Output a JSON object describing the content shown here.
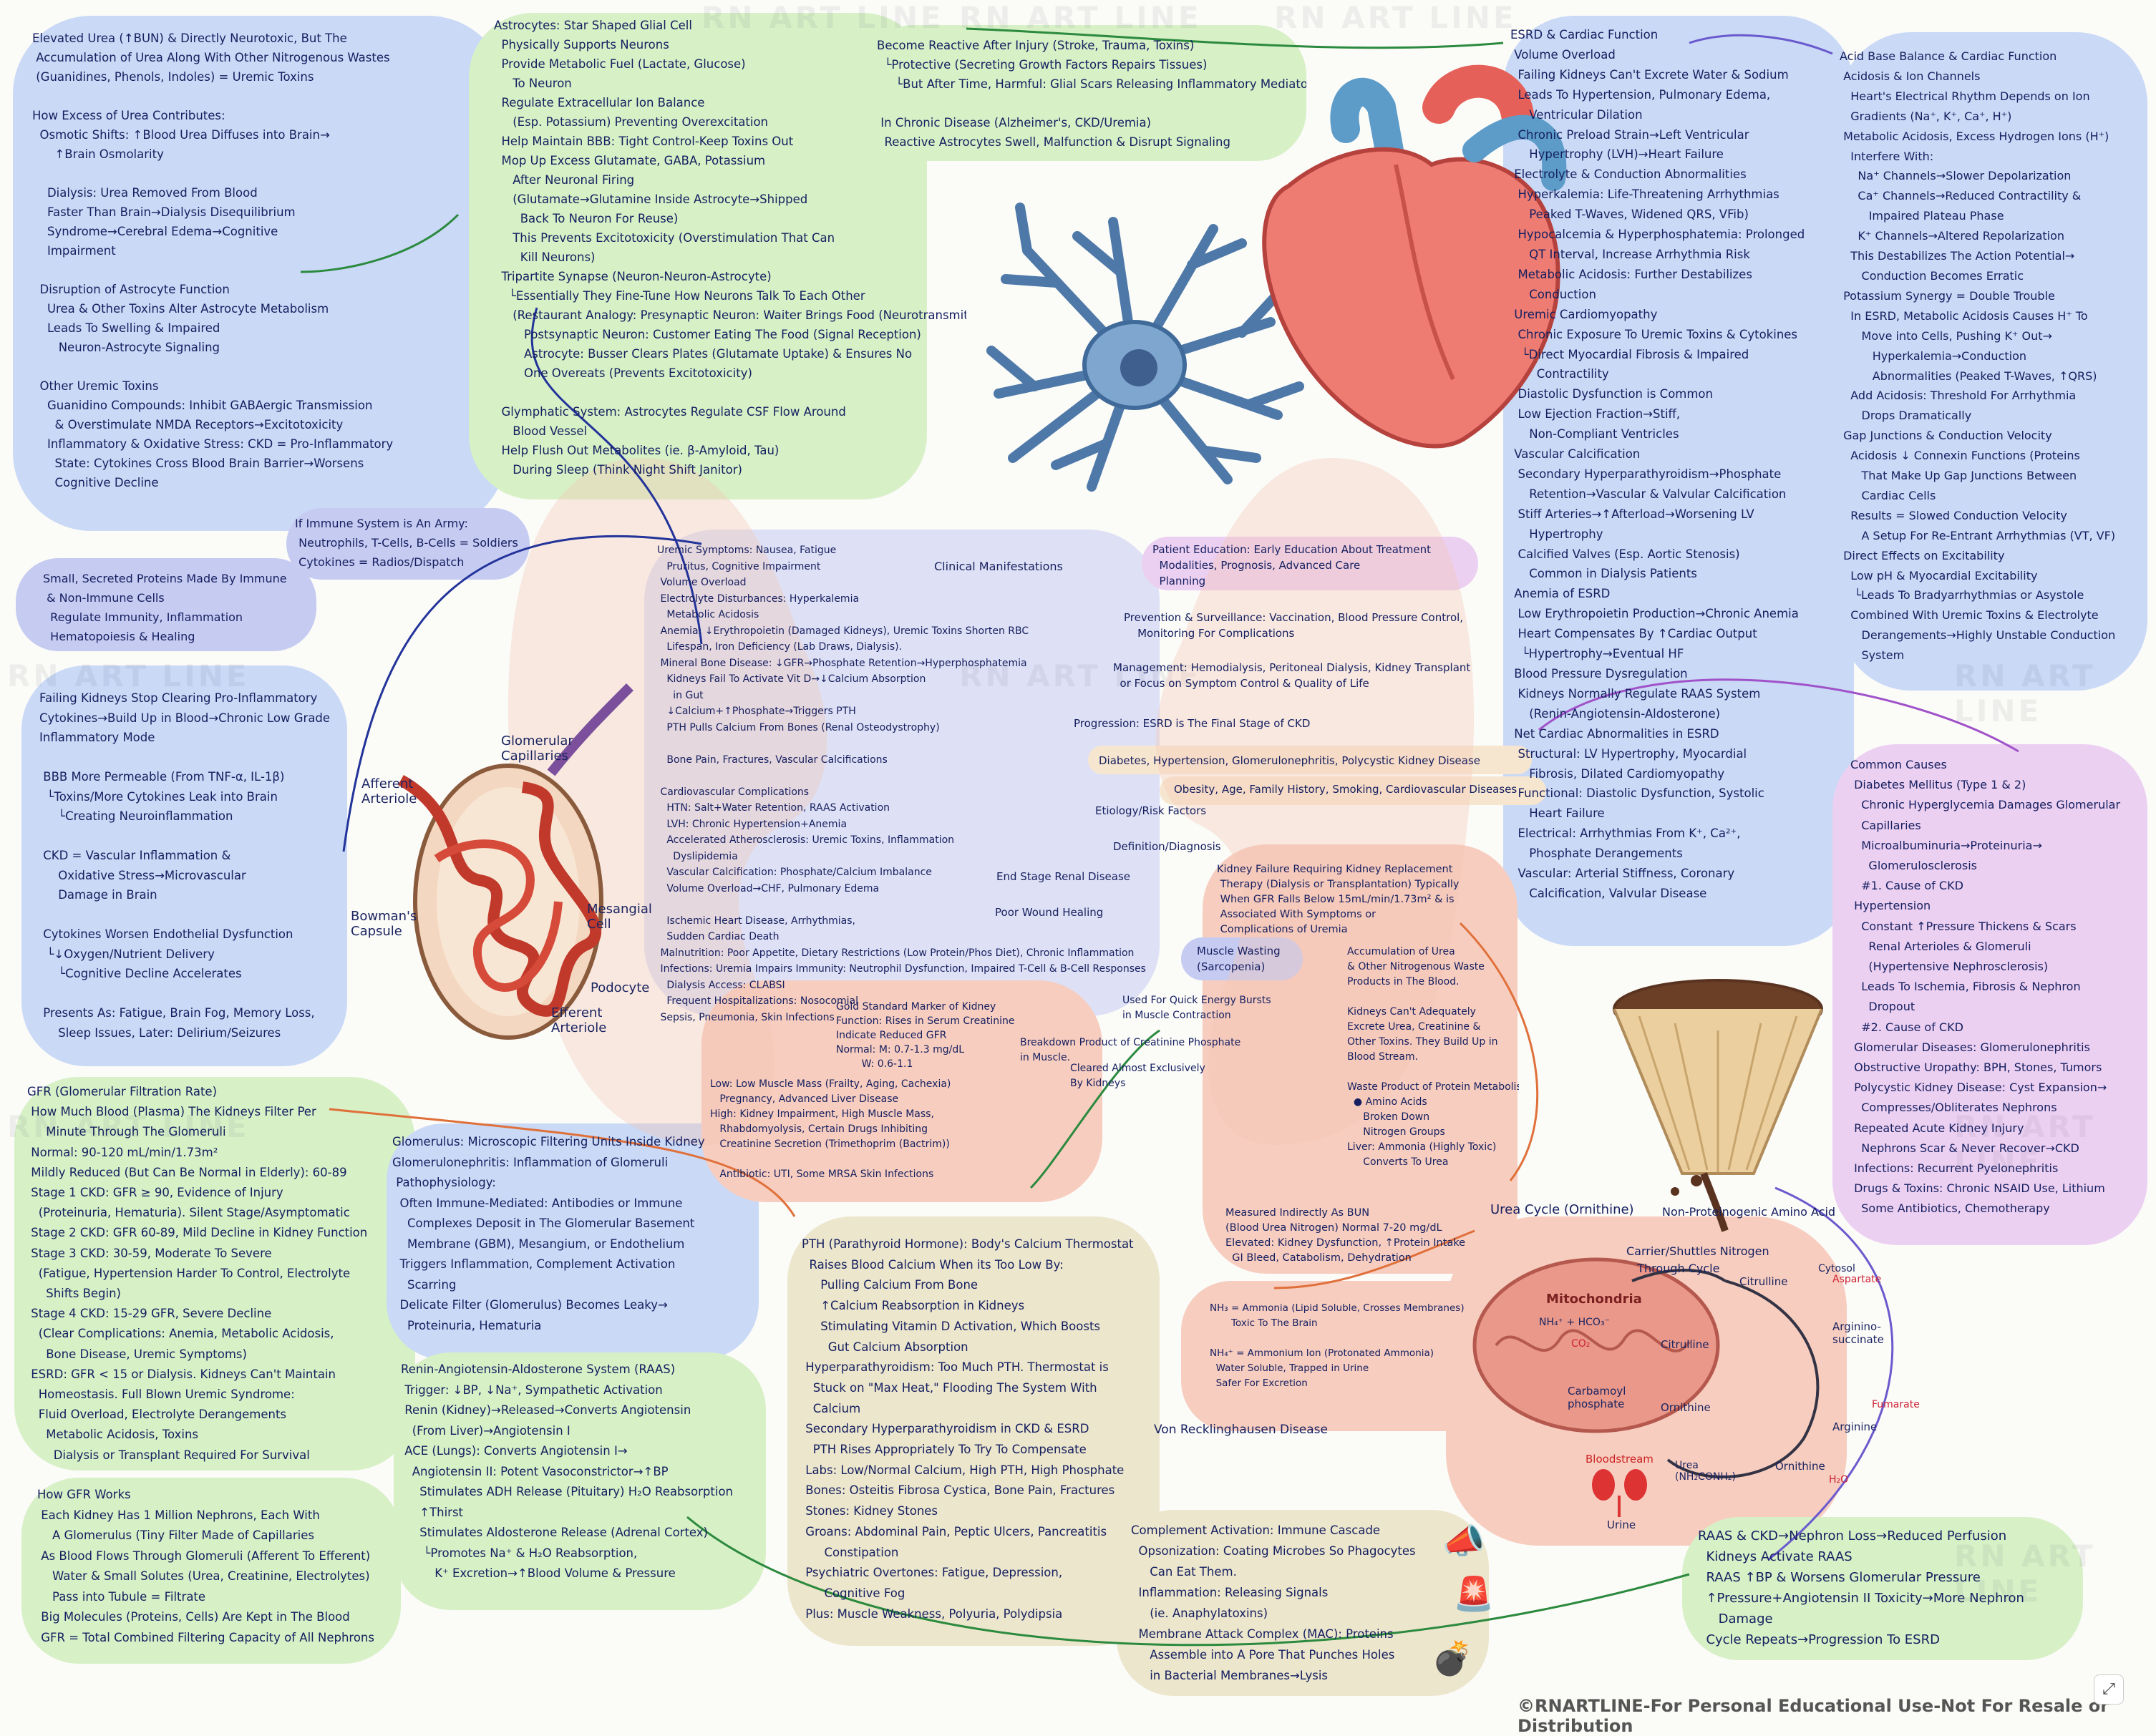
{
  "credit": "©RNARTLINE-For Personal Educational Use-Not For Resale or Distribution",
  "watermark": "RN ART LINE",
  "colors": {
    "blue": "#c9d9f6",
    "lavender": "#c9cdf2",
    "green": "#d7f0c6",
    "peach": "#f7cdbf",
    "purple": "#ecd0f2",
    "tan": "#ece6cc"
  },
  "labels": {
    "glomerular_capillaries": "Glomerular\nCapillaries",
    "afferent_arteriole": "Afferent\nArteriole",
    "bowmans_capsule": "Bowman's\nCapsule",
    "mesangial_cell": "Mesangial\nCell",
    "podocyte": "Podocyte",
    "efferent_arteriole": "Efferent\nArteriole",
    "mitochondria": "Mitochondria",
    "bloodstream": "Bloodstream",
    "urine": "Urine"
  },
  "panels": {
    "urea_neuro": "Elevated Urea (↑BUN) & Directly Neurotoxic, But The\n Accumulation of Urea Along With Other Nitrogenous Wastes\n (Guanidines, Phenols, Indoles) = Uremic Toxins\n\nHow Excess of Urea Contributes:\n  Osmotic Shifts: ↑Blood Urea Diffuses into Brain→\n      ↑Brain Osmolarity\n\n    Dialysis: Urea Removed From Blood\n    Faster Than Brain→Dialysis Disequilibrium\n    Syndrome→Cerebral Edema→Cognitive\n    Impairment\n\n  Disruption of Astrocyte Function\n    Urea & Other Toxins Alter Astrocyte Metabolism\n    Leads To Swelling & Impaired\n       Neuron-Astrocyte Signaling\n\n  Other Uremic Toxins\n    Guanidino Compounds: Inhibit GABAergic Transmission\n      & Overstimulate NMDA Receptors→Excitotoxicity\n    Inflammatory & Oxidative Stress: CKD = Pro-Inflammatory\n      State: Cytokines Cross Blood Brain Barrier→Worsens\n      Cognitive Decline",
    "immune_army": "If Immune System is An Army:\n Neutrophils, T-Cells, B-Cells = Soldiers\n Cytokines = Radios/Dispatch",
    "small_proteins": "Small, Secreted Proteins Made By Immune\n & Non-Immune Cells\n  Regulate Immunity, Inflammation\n  Hematopoiesis & Healing",
    "cytokines": "Failing Kidneys Stop Clearing Pro-Inflammatory\nCytokines→Build Up in Blood→Chronic Low Grade\nInflammatory Mode\n\n BBB More Permeable (From TNF-α, IL-1β)\n  └Toxins/More Cytokines Leak into Brain\n     └Creating Neuroinflammation\n\n CKD = Vascular Inflammation &\n     Oxidative Stress→Microvascular\n     Damage in Brain\n\n Cytokines Worsen Endothelial Dysfunction\n  └↓Oxygen/Nutrient Delivery\n     └Cognitive Decline Accelerates\n\n Presents As: Fatigue, Brain Fog, Memory Loss,\n     Sleep Issues, Later: Delirium/Seizures",
    "astrocytes": "Astrocytes: Star Shaped Glial Cell\n  Physically Supports Neurons\n  Provide Metabolic Fuel (Lactate, Glucose)\n     To Neuron\n  Regulate Extracellular Ion Balance\n     (Esp. Potassium) Preventing Overexcitation\n  Help Maintain BBB: Tight Control-Keep Toxins Out\n  Mop Up Excess Glutamate, GABA, Potassium\n     After Neuronal Firing\n     (Glutamate→Glutamine Inside Astrocyte→Shipped\n       Back To Neuron For Reuse)\n     This Prevents Excitotoxicity (Overstimulation That Can\n       Kill Neurons)\n  Tripartite Synapse (Neuron-Neuron-Astrocyte)\n    └Essentially They Fine-Tune How Neurons Talk To Each Other\n     (Restaurant Analogy: Presynaptic Neuron: Waiter Brings Food (Neurotransmitter)\n        Postsynaptic Neuron: Customer Eating The Food (Signal Reception)\n        Astrocyte: Busser Clears Plates (Glutamate Uptake) & Ensures No\n        One Overeats (Prevents Excitotoxicity)\n\n  Glymphatic System: Astrocytes Regulate CSF Flow Around\n     Blood Vessel\n  Help Flush Out Metabolites (ie. β-Amyloid, Tau)\n     During Sleep (Think Night Shift Janitor)",
    "reactive": "Become Reactive After Injury (Stroke, Trauma, Toxins)\n  └Protective (Secreting Growth Factors Repairs Tissues)\n     └But After Time, Harmful: Glial Scars Releasing Inflammatory Mediators\n\n In Chronic Disease (Alzheimer's, CKD/Uremia)\n  Reactive Astrocytes Swell, Malfunction & Disrupt Signaling",
    "esrd_cardiac": "ESRD & Cardiac Function\n Volume Overload\n  Failing Kidneys Can't Excrete Water & Sodium\n  Leads To Hypertension, Pulmonary Edema,\n     Ventricular Dilation\n  Chronic Preload Strain→Left Ventricular\n     Hypertrophy (LVH)→Heart Failure\n Electrolyte & Conduction Abnormalities\n  Hyperkalemia: Life-Threatening Arrhythmias\n     Peaked T-Waves, Widened QRS, VFib)\n  Hypocalcemia & Hyperphosphatemia: Prolonged\n     QT Interval, Increase Arrhythmia Risk\n  Metabolic Acidosis: Further Destabilizes\n     Conduction\n Uremic Cardiomyopathy\n  Chronic Exposure To Uremic Toxins & Cytokines\n   └Direct Myocardial Fibrosis & Impaired\n       Contractility\n  Diastolic Dysfunction is Common\n  Low Ejection Fraction→Stiff,\n     Non-Compliant Ventricles\n Vascular Calcification\n  Secondary Hyperparathyroidism→Phosphate\n     Retention→Vascular & Valvular Calcification\n  Stiff Arteries→↑Afterload→Worsening LV\n     Hypertrophy\n  Calcified Valves (Esp. Aortic Stenosis)\n     Common in Dialysis Patients\n Anemia of ESRD\n  Low Erythropoietin Production→Chronic Anemia\n  Heart Compensates By ↑Cardiac Output\n   └Hypertrophy→Eventual HF\n Blood Pressure Dysregulation\n  Kidneys Normally Regulate RAAS System\n     (Renin-Angiotensin-Aldosterone)\n Net Cardiac Abnormalities in ESRD\n  Structural: LV Hypertrophy, Myocardial\n     Fibrosis, Dilated Cardiomyopathy\n  Functional: Diastolic Dysfunction, Systolic\n     Heart Failure\n  Electrical: Arrhythmias From K⁺, Ca²⁺,\n     Phosphate Derangements\n  Vascular: Arterial Stiffness, Coronary\n     Calcification, Valvular Disease",
    "acid_base": "Acid Base Balance & Cardiac Function\n Acidosis & Ion Channels\n   Heart's Electrical Rhythm Depends on Ion\n   Gradients (Na⁺, K⁺, Ca⁺, H⁺)\n Metabolic Acidosis, Excess Hydrogen Ions (H⁺)\n   Interfere With:\n     Na⁺ Channels→Slower Depolarization\n     Ca⁺ Channels→Reduced Contractility &\n        Impaired Plateau Phase\n     K⁺ Channels→Altered Repolarization\n   This Destabilizes The Action Potential→\n      Conduction Becomes Erratic\n Potassium Synergy = Double Trouble\n   In ESRD, Metabolic Acidosis Causes H⁺ To\n      Move into Cells, Pushing K⁺ Out→\n         Hyperkalemia→Conduction\n         Abnormalities (Peaked T-Waves, ↑QRS)\n   Add Acidosis: Threshold For Arrhythmia\n      Drops Dramatically\n Gap Junctions & Conduction Velocity\n   Acidosis ↓ Connexin Functions (Proteins\n      That Make Up Gap Junctions Between\n      Cardiac Cells\n   Results = Slowed Conduction Velocity\n      A Setup For Re-Entrant Arrhythmias (VT, VF)\n Direct Effects on Excitability\n   Low pH & Myocardial Excitability\n    └Leads To Bradyarrhythmias or Asystole\n   Combined With Uremic Toxins & Electrolyte\n      Derangements→Highly Unstable Conduction\n      System",
    "common_causes": "Common Causes\n Diabetes Mellitus (Type 1 & 2)\n   Chronic Hyperglycemia Damages Glomerular\n   Capillaries\n   Microalbuminuria→Proteinuria→\n     Glomerulosclerosis\n   #1. Cause of CKD\n Hypertension\n   Constant ↑Pressure Thickens & Scars\n     Renal Arterioles & Glomeruli\n     (Hypertensive Nephrosclerosis)\n   Leads To Ischemia, Fibrosis & Nephron\n     Dropout\n   #2. Cause of CKD\n Glomerular Diseases: Glomerulonephritis\n Obstructive Uropathy: BPH, Stones, Tumors\n Polycystic Kidney Disease: Cyst Expansion→\n   Compresses/Obliterates Nephrons\n Repeated Acute Kidney Injury\n   Nephrons Scar & Never Recover→CKD\n Infections: Recurrent Pyelonephritis\n Drugs & Toxins: Chronic NSAID Use, Lithium\n   Some Antibiotics, Chemotherapy",
    "gfr": "GFR (Glomerular Filtration Rate)\n How Much Blood (Plasma) The Kidneys Filter Per\n     Minute Through The Glomeruli\n Normal: 90-120 mL/min/1.73m²\n Mildly Reduced (But Can Be Normal in Elderly): 60-89\n Stage 1 CKD: GFR ≥ 90, Evidence of Injury\n   (Proteinuria, Hematuria). Silent Stage/Asymptomatic\n Stage 2 CKD: GFR 60-89, Mild Decline in Kidney Function\n Stage 3 CKD: 30-59, Moderate To Severe\n   (Fatigue, Hypertension Harder To Control, Electrolyte\n     Shifts Begin)\n Stage 4 CKD: 15-29 GFR, Severe Decline\n   (Clear Complications: Anemia, Metabolic Acidosis,\n     Bone Disease, Uremic Symptoms)\n ESRD: GFR < 15 or Dialysis. Kidneys Can't Maintain\n   Homeostasis. Full Blown Uremic Syndrome:\n   Fluid Overload, Electrolyte Derangements\n     Metabolic Acidosis, Toxins\n       Dialysis or Transplant Required For Survival",
    "how_gfr": "How GFR Works\n Each Kidney Has 1 Million Nephrons, Each With\n    A Glomerulus (Tiny Filter Made of Capillaries\n As Blood Flows Through Glomeruli (Afferent To Efferent)\n    Water & Small Solutes (Urea, Creatinine, Electrolytes)\n    Pass into Tubule = Filtrate\n Big Molecules (Proteins, Cells) Are Kept in The Blood\n GFR = Total Combined Filtering Capacity of All Nephrons",
    "glomerulus": "Glomerulus: Microscopic Filtering Units Inside Kidney\nGlomerulonephritis: Inflammation of Glomeruli\n Pathophysiology:\n  Often Immune-Mediated: Antibodies or Immune\n    Complexes Deposit in The Glomerular Basement\n    Membrane (GBM), Mesangium, or Endothelium\n  Triggers Inflammation, Complement Activation\n    Scarring\n  Delicate Filter (Glomerulus) Becomes Leaky→\n    Proteinuria, Hematuria",
    "raas": "Renin-Angiotensin-Aldosterone System (RAAS)\n Trigger: ↓BP, ↓Na⁺, Sympathetic Activation\n Renin (Kidney)→Released→Converts Angiotensin\n   (From Liver)→Angiotensin I\n ACE (Lungs): Converts Angiotensin I→\n   Angiotensin II: Potent Vasoconstrictor→↑BP\n     Stimulates ADH Release (Pituitary) H₂O Reabsorption\n     ↑Thirst\n     Stimulates Aldosterone Release (Adrenal Cortex)\n      └Promotes Na⁺ & H₂O Reabsorption,\n         K⁺ Excretion→↑Blood Volume & Pressure",
    "clinical": "Uremic Symptoms: Nausea, Fatigue\n   Pruritus, Cognitive Impairment\n Volume Overload\n Electrolyte Disturbances: Hyperkalemia\n   Metabolic Acidosis\n Anemia: ↓Erythropoietin (Damaged Kidneys), Uremic Toxins Shorten RBC\n   Lifespan, Iron Deficiency (Lab Draws, Dialysis).\n Mineral Bone Disease: ↓GFR→Phosphate Retention→Hyperphosphatemia\n   Kidneys Fail To Activate Vit D→↓Calcium Absorption\n     in Gut\n   ↓Calcium+↑Phosphate→Triggers PTH\n   PTH Pulls Calcium From Bones (Renal Osteodystrophy)\n\n   Bone Pain, Fractures, Vascular Calcifications\n\n Cardiovascular Complications\n   HTN: Salt+Water Retention, RAAS Activation\n   LVH: Chronic Hypertension+Anemia\n   Accelerated Atherosclerosis: Uremic Toxins, Inflammation\n     Dyslipidemia\n   Vascular Calcification: Phosphate/Calcium Imbalance\n   Volume Overload→CHF, Pulmonary Edema\n\n   Ischemic Heart Disease, Arrhythmias,\n   Sudden Cardiac Death\n Malnutrition: Poor Appetite, Dietary Restrictions (Low Protein/Phos Diet), Chronic Inflammation\n Infections: Uremia Impairs Immunity: Neutrophil Dysfunction, Impaired T-Cell & B-Cell Responses\n   Dialysis Access: CLABSI\n   Frequent Hospitalizations: Nosocomial\n Sepsis, Pneumonia, Skin Infections",
    "clinical_title": "Clinical Manifestations",
    "patient_ed": "Patient Education: Early Education About Treatment\n  Modalities, Prognosis, Advanced Care\n  Planning",
    "prevention": "Prevention & Surveillance: Vaccination, Blood Pressure Control,\n    Monitoring For Complications",
    "management": "Management: Hemodialysis, Peritoneal Dialysis, Kidney Transplant\n  or Focus on Symptom Control & Quality of Life",
    "progression": "Progression: ESRD is The Final Stage of CKD",
    "diabetes_etc": "Diabetes, Hypertension, Glomerulonephritis, Polycystic Kidney Disease",
    "obesity": "Obesity, Age, Family History, Smoking, Cardiovascular Diseases",
    "etiology": "Etiology/Risk Factors",
    "definition": "Definition/Diagnosis",
    "esrd_label": "End Stage Renal Disease",
    "kidney_failure": "Kidney Failure Requiring Kidney Replacement\n Therapy (Dialysis or Transplantation) Typically\n When GFR Falls Below 15mL/min/1.73m² & is\n Associated With Symptoms or\n Complications of Uremia",
    "poor_wound": "Poor Wound Healing",
    "muscle_wasting": "Muscle Wasting\n(Sarcopenia)",
    "creatinine": "Gold Standard Marker of Kidney\nFunction: Rises in Serum Creatinine\nIndicate Reduced GFR\nNormal: M: 0.7-1.3 mg/dL\n        W: 0.6-1.1",
    "quick_energy": "Used For Quick Energy Bursts\nin Muscle Contraction",
    "breakdown": "Breakdown Product of Creatinine Phosphate\nin Muscle.",
    "cleared": "Cleared Almost Exclusively\nBy Kidneys",
    "low_high": "Low: Low Muscle Mass (Frailty, Aging, Cachexia)\n   Pregnancy, Advanced Liver Disease\nHigh: Kidney Impairment, High Muscle Mass,\n   Rhabdomyolysis, Certain Drugs Inhibiting\n   Creatinine Secretion (Trimethoprim (Bactrim))\n\n   Antibiotic: UTI, Some MRSA Skin Infections",
    "accumulation": "Accumulation of Urea\n& Other Nitrogenous Waste\nProducts in The Blood.\n\nKidneys Can't Adequately\nExcrete Urea, Creatinine &\nOther Toxins. They Build Up in\nBlood Stream.\n\nWaste Product of Protein Metabolism\n  ● Amino Acids\n     Broken Down\n     Nitrogen Groups\nLiver: Ammonia (Highly Toxic)\n     Converts To Urea",
    "bun": "Measured Indirectly As BUN\n(Blood Urea Nitrogen) Normal 7-20 mg/dL\nElevated: Kidney Dysfunction, ↑Protein Intake\n  GI Bleed, Catabolism, Dehydration",
    "urea_cycle": "Urea Cycle (Ornithine)",
    "non_prot": "Non-Proteinogenic Amino Acid",
    "carrier": "Carrier/Shuttles Nitrogen\n   Through Cycle",
    "nh3": "NH₃ = Ammonia (Lipid Soluble, Crosses Membranes)\n       Toxic To The Brain\n\nNH₄⁺ = Ammonium Ion (Protonated Ammonia)\n  Water Soluble, Trapped in Urine\n  Safer For Excretion",
    "pth": "PTH (Parathyroid Hormone): Body's Calcium Thermostat\n  Raises Blood Calcium When its Too Low By:\n     Pulling Calcium From Bone\n     ↑Calcium Reabsorption in Kidneys\n     Stimulating Vitamin D Activation, Which Boosts\n       Gut Calcium Absorption\n Hyperparathyroidism: Too Much PTH. Thermostat is\n   Stuck on \"Max Heat,\" Flooding The System With\n   Calcium\n Secondary Hyperparathyroidism in CKD & ESRD\n   PTH Rises Appropriately To Try To Compensate\n Labs: Low/Normal Calcium, High PTH, High Phosphate\n Bones: Osteitis Fibrosa Cystica, Bone Pain, Fractures\n Stones: Kidney Stones\n Groans: Abdominal Pain, Peptic Ulcers, Pancreatitis\n      Constipation\n Psychiatric Overtones: Fatigue, Depression,\n      Cognitive Fog\n Plus: Muscle Weakness, Polyuria, Polydipsia",
    "von": "Von Recklinghausen Disease",
    "complement": "Complement Activation: Immune Cascade\n  Opsonization: Coating Microbes So Phagocytes\n     Can Eat Them.\n  Inflammation: Releasing Signals\n     (ie. Anaphylatoxins)\n  Membrane Attack Complex (MAC): Proteins\n     Assemble into A Pore That Punches Holes\n     in Bacterial Membranes→Lysis",
    "raas_ckd": "RAAS & CKD→Nephron Loss→Reduced Perfusion\n  Kidneys Activate RAAS\n  RAAS ↑BP & Worsens Glomerular Pressure\n  ↑Pressure+Angiotensin II Toxicity→More Nephron\n     Damage\n  Cycle Repeats→Progression To ESRD"
  },
  "urea_cycle_labels": {
    "citrulline": "Citrulline",
    "citrulline2": "Citrulline",
    "ornithine": "Ornithine",
    "ornithine2": "Ornithine",
    "argininosuccinate": "Arginino-\nsuccinate",
    "arginine": "Arginine",
    "aspartate": "Aspartate",
    "fumarate": "Fumarate",
    "carbamoyl": "Carbamoyl\nphosphate",
    "urea": "Urea\n(NH₂CONH₂)",
    "cytosol": "Cytosol",
    "h2o": "H₂O",
    "co2": "CO₂",
    "nh4": "NH₄⁺ + HCO₃⁻"
  }
}
